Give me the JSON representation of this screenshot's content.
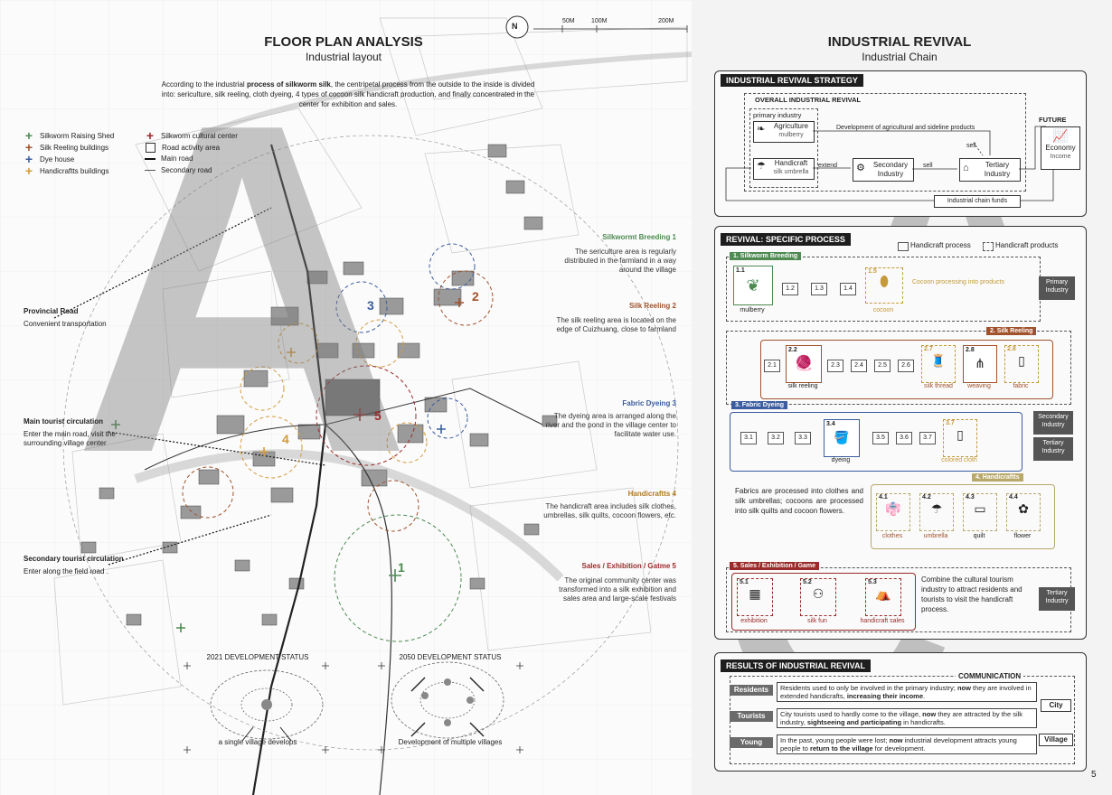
{
  "left": {
    "title": "FLOOR PLAN ANALYSIS",
    "subtitle": "Industrial layout",
    "intro_parts": [
      "According to the industrial ",
      "process of silkworm silk",
      ", the centripetal process from the outside to the inside is divided into: sericulture, silk reeling, cloth dyeing, 4 types of cocoon silk handicraft production, and finally concentrated in the center for exhibition and sales."
    ],
    "compass": "N",
    "scale": [
      "50M",
      "100M",
      "200M"
    ],
    "legend": [
      {
        "label": "Silkworm Raising Shed",
        "color": "#4e8a52"
      },
      {
        "label": "Silk Reeling buildings",
        "color": "#a0522d"
      },
      {
        "label": "Dye house",
        "color": "#3b5c9e"
      },
      {
        "label": "Handicraftts buildings",
        "color": "#d49a3a"
      },
      {
        "label": "Silkworm cultural center",
        "color": "#9b2a2a"
      },
      {
        "label": "Road activity area",
        "color": "#333333"
      },
      {
        "label": "Main road",
        "color": "#111111"
      },
      {
        "label": "Secondary road",
        "color": "#555555"
      }
    ],
    "notes": [
      {
        "title": "Provincial Road",
        "text": "Convenient transportation"
      },
      {
        "title": "Main tourist circulation",
        "text": "Enter the main road, visit the surrounding village center"
      },
      {
        "title": "Secondary tourist circulation",
        "text": "Enter along the field road ."
      }
    ],
    "zones": [
      {
        "title": "Silkwormt Breeding 1",
        "text": "The sericulture area is regularly distributed in the farmland in a way around the village",
        "color": "#4e8a52"
      },
      {
        "title": "Silk Reeling 2",
        "text": "The silk reeling area is located on the edge of Cuizhuang, close to farmland",
        "color": "#a0522d"
      },
      {
        "title": "Fabric Dyeing 3",
        "text": "The dyeing area is arranged along the river and the pond in the village center to facilitate water use.",
        "color": "#3b5c9e"
      },
      {
        "title": "Handicraftts  4",
        "text": "The handicraft area includes silk clothes, umbrellas, silk quilts, cocoon flowers, etc.",
        "color": "#b07a20"
      },
      {
        "title": "Sales / Exhibition / Gatme 5",
        "text": "The original community center was transformed into a silk exhibition and sales area and large-scale festivals",
        "color": "#9b2a2a"
      }
    ],
    "map_numbers": [
      "1",
      "2",
      "3",
      "4",
      "5"
    ],
    "status": [
      {
        "title": "2021 DEVELOPMENT STATUS",
        "caption": "a single village develops"
      },
      {
        "title": "2050 DEVELOPMENT STATUS",
        "caption": "Development of multiple villages"
      }
    ]
  },
  "right": {
    "title": "INDUSTRIAL REVIVAL",
    "subtitle": "Industrial  Chain",
    "strategy": {
      "tab": "INDUSTRIAL REVIVAL STRATEGY",
      "overall": "OVERALL INDUSTRIAL REVIVAL",
      "primary": "primary industry",
      "agriculture": "Agriculture",
      "mulberry": "mulberry",
      "handicraft": "Handicraft",
      "silk_umbrella": "silk umbrella",
      "extend": "extend",
      "secondary": "Secondary Industry",
      "sell1": "sell",
      "sell2": "sell",
      "tertiary": "Tertiary Industry",
      "dev_text": "Development of agricultural and sideline products",
      "future": "FUTURE",
      "economy": "Economy",
      "income": "Income",
      "funds": "Industrial chain funds"
    },
    "process": {
      "tab": "REVIVAL: SPECIFIC PROCESS",
      "legend_process": "Handicraft process",
      "legend_products": "Handicraft products",
      "s1": "1. Silkworm Breeding",
      "s1_steps": [
        "1.1",
        "1.2",
        "1.3",
        "1.4",
        "1.5"
      ],
      "mulberry": "mulberry",
      "cocoon": "cocoon",
      "cocoon_text": "Cocoon processing into products",
      "primary_tag": "Primary Industry",
      "s2": "2. Silk Reeling",
      "s2_steps": [
        "2.1",
        "2.2",
        "2.3",
        "2.4",
        "2.5",
        "2.6",
        "2.7",
        "2.8",
        "2.8"
      ],
      "silk_reeling": "silk reeling",
      "silk_thread": "silk thread",
      "weaving": "weaving",
      "fabric": "fabric",
      "s3": "3. Fabric Dyeing",
      "s3_steps": [
        "3.1",
        "3.2",
        "3.3",
        "3.4",
        "3.5",
        "3.6",
        "3.7",
        "3.7"
      ],
      "dyeing": "dyeing",
      "colored_cloth": "colored cloth",
      "secondary_tag": "Secondary Industry",
      "tertiary_tag_mid": "Tertiary Industry",
      "s4": "4. Handicraftts",
      "s4_text": "Fabrics are processed into clothes and silk umbrellas; cocoons are processed into silk quilts and cocoon flowers.",
      "s4_steps": [
        "4.1",
        "4.2",
        "4.3",
        "4.4"
      ],
      "s4_items": [
        "clothes",
        "umbrella",
        "quilt",
        "flower"
      ],
      "s5": "5. Sales / Exhibition / Game",
      "s5_steps": [
        "5.1",
        "5.2",
        "5.3"
      ],
      "s5_items": [
        "exhibition",
        "silk fun",
        "handicraft sales"
      ],
      "s5_text": "Combine the cultural tourism industry to attract residents and tourists to visit the handicraft process.",
      "tertiary_tag": "Tertiary Industry"
    },
    "results": {
      "tab": "RESULTS OF INDUSTRIAL REVIVAL",
      "communication": "COMMUNICATION",
      "rows": [
        {
          "tag": "Residents",
          "parts": [
            "Residents used to only be involved in the primary industry; ",
            "now",
            " they are involved in extended handicrafts, ",
            "increasing their income",
            "."
          ]
        },
        {
          "tag": "Tourists",
          "parts": [
            "City tourists used to hardly come to the village, ",
            "now",
            " they are attracted by the silk industry, ",
            "sightseeing and participating",
            " in handicrafts."
          ]
        },
        {
          "tag": "Young",
          "parts": [
            "In the past, young people were lost; ",
            "now",
            " industrial development attracts young people to ",
            "return to the village",
            " for development."
          ]
        }
      ],
      "city": "City",
      "village": "Village"
    },
    "page_number": "5"
  }
}
